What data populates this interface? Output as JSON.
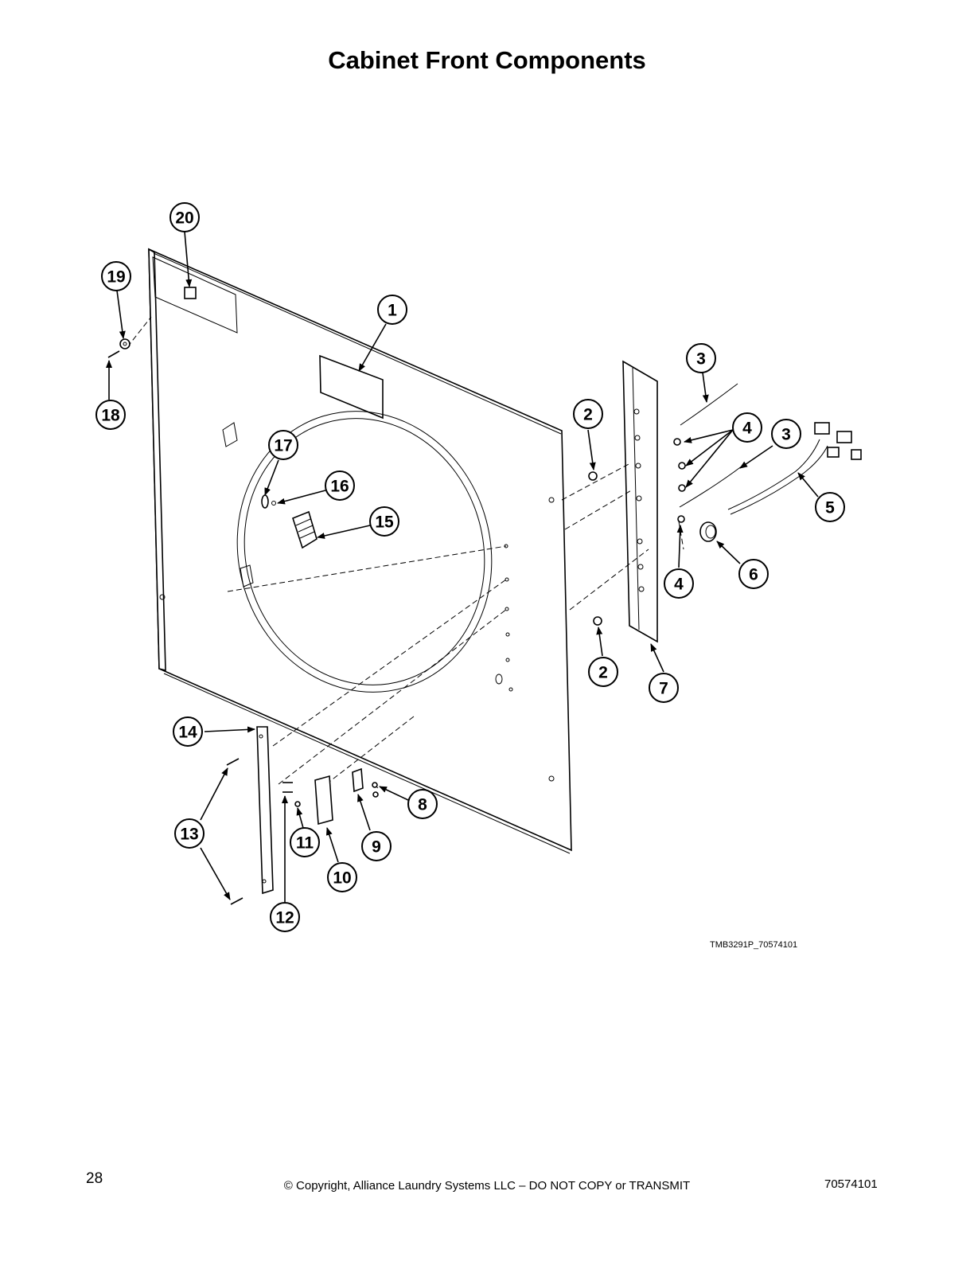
{
  "title": "Cabinet Front Components",
  "drawing_id": "TMB3291P_70574101",
  "footer": {
    "page_number": "28",
    "copyright": "© Copyright, Alliance Laundry Systems LLC – DO NOT COPY or TRANSMIT",
    "doc_number": "70574101"
  },
  "callouts": [
    "1",
    "2",
    "2",
    "3",
    "3",
    "4",
    "4",
    "5",
    "6",
    "7",
    "8",
    "9",
    "10",
    "11",
    "12",
    "13",
    "14",
    "15",
    "16",
    "17",
    "18",
    "19",
    "20"
  ]
}
